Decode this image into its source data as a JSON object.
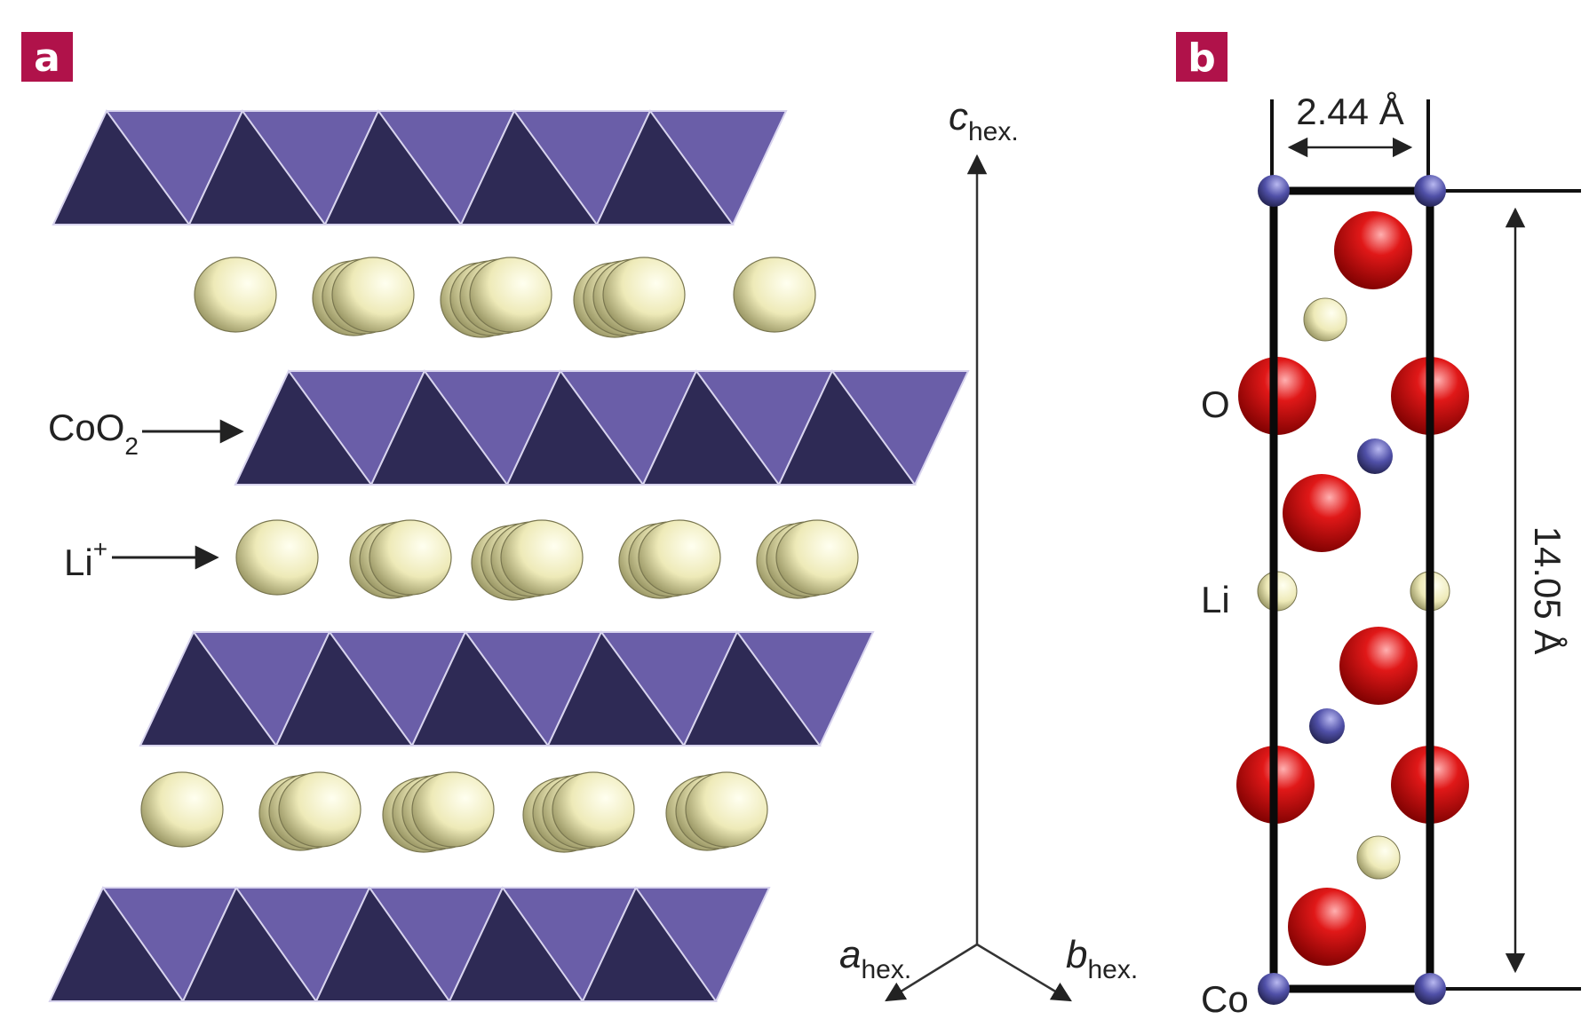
{
  "panels": [
    {
      "id": "a",
      "label": "a"
    },
    {
      "id": "b",
      "label": "b"
    }
  ],
  "panel_a": {
    "layer_labels": {
      "coo2": "CoO",
      "coo2_sub": "2",
      "li": "Li",
      "li_sup": "+"
    },
    "axes": {
      "c": {
        "main": "c",
        "sub": "hex."
      },
      "a": {
        "main": "a",
        "sub": "hex."
      },
      "b": {
        "main": "b",
        "sub": "hex."
      }
    }
  },
  "panel_b": {
    "width_label": "2.44 Å",
    "height_label": "14.05 Å",
    "atom_labels": {
      "o": "O",
      "li": "Li",
      "co": "Co"
    }
  },
  "colors": {
    "badge": "#b0124a",
    "octa_light": "#6a5ea8",
    "octa_dark": "#2e2a55",
    "li_sphere": "#f2efbf",
    "o_sphere": "#d61a1a",
    "co_sphere": "#4a4a9c"
  }
}
